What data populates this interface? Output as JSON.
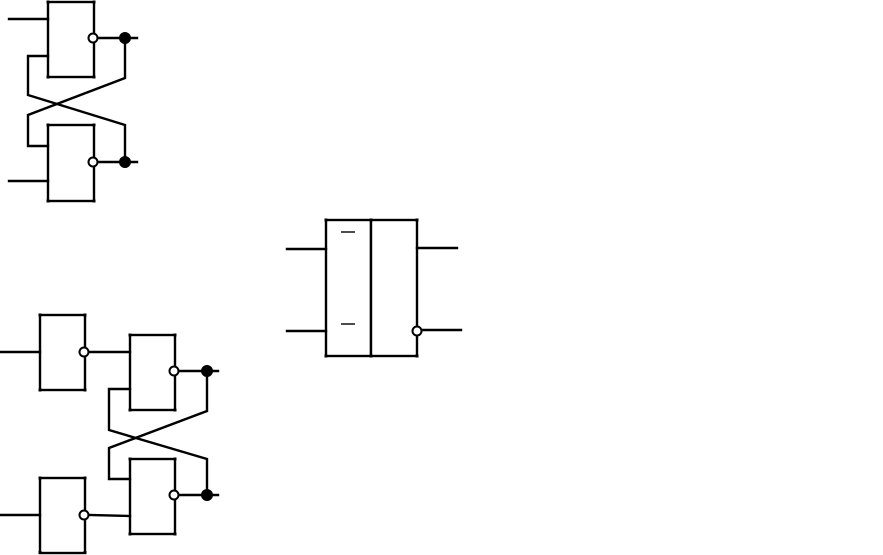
{
  "diagram": {
    "sr_latch_nand": {
      "gates": 2,
      "inputs": 2,
      "outputs": 2,
      "cross_coupled": true
    },
    "gated_sr_latch": {
      "input_inverters": 2,
      "latch_gates": 2,
      "inputs": 2,
      "outputs": 2,
      "cross_coupled": true
    },
    "block_symbol": {
      "inputs": 2,
      "outputs": 2,
      "inverted_outputs": 1,
      "input_overbars": 2
    },
    "colors": {
      "line": "#000000",
      "background": "#ffffff"
    },
    "icons": [
      "nand-gate",
      "inverter-bubble",
      "junction-dot",
      "block-symbol"
    ]
  }
}
